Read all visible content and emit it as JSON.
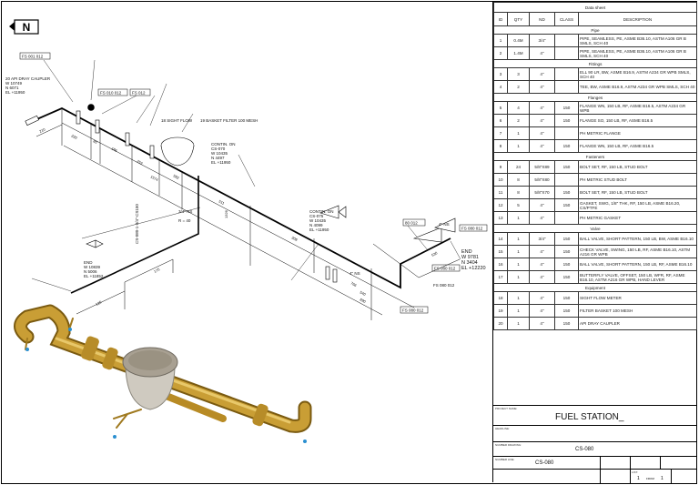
{
  "drawing": {
    "north_label": "N",
    "labels": {
      "coupler": [
        "20 API DRAY CAUPLER",
        "W 10749",
        "N 6071",
        "EL +11950"
      ],
      "tag_fs001": "FS 001 012",
      "tag_fs010": "FS 010 012",
      "tag_fs012": "FS 012",
      "sight_flow": "18 SIGHT FLOW",
      "basket": "19 BASKET FILTER 100 MESH",
      "contin1": [
        "CONTIN. ON",
        "CS-070",
        "W 10435",
        "N 4497",
        "EL +11950"
      ],
      "contin2": [
        "CONTIN. ON",
        "CS-075",
        "W 10435",
        "N 4099",
        "EL +11950"
      ],
      "end1": [
        "END",
        "W 10839",
        "N 5006",
        "EL +11852"
      ],
      "end2": [
        "END",
        "W 9781",
        "N 3404",
        "EL +12220"
      ],
      "branch_ns": "3/4\" NS",
      "branch_r": "R = 40",
      "line_id": "CS-080-1-3/4\"-CS150",
      "ns4a": "4\" NS",
      "ns4b": "4\" NS",
      "tag_fs080a": "FS 080 012",
      "tag_fs080b": "FS 080 012",
      "tag_fs080c": "FS 080 012",
      "tag_fs080d": "FS 080 012",
      "tag_80": "80 012",
      "dims": [
        "210",
        "220",
        "80",
        "186",
        "253",
        "1574",
        "582",
        "511",
        "1326",
        "308",
        "766",
        "540",
        "890",
        "175",
        "125",
        "530"
      ]
    }
  },
  "sheet": {
    "title": "Data sheet",
    "columns": [
      "ID",
      "QTY",
      "ND",
      "CLASS",
      "DESCRIPTION"
    ],
    "sections": [
      {
        "name": "Pipe",
        "items": [
          {
            "id": "1",
            "qty": "0.4M",
            "nd": "3/4\"",
            "class": "",
            "desc": "PIPE, SEAMLESS, PE, ASME B36.10, ASTM A106 GR B SMLS, SCH 40"
          },
          {
            "id": "2",
            "qty": "1.4M",
            "nd": "4\"",
            "class": "",
            "desc": "PIPE, SEAMLESS, PE, ASME B36.10, ASTM A106 GR B SMLS, SCH 40"
          }
        ]
      },
      {
        "name": "Fittings",
        "items": [
          {
            "id": "3",
            "qty": "3",
            "nd": "4\"",
            "class": "",
            "desc": "ELL 90 LR, BW, ASME B16.9, ASTM A234 GR WPB SMLS, SCH 40"
          },
          {
            "id": "4",
            "qty": "2",
            "nd": "4\"",
            "class": "",
            "desc": "TEE, BW, ASME B16.9, ASTM A234 GR WPB SMLS, SCH 40"
          }
        ]
      },
      {
        "name": "Flanges",
        "items": [
          {
            "id": "5",
            "qty": "4",
            "nd": "4\"",
            "class": "150",
            "desc": "FLANGE WN, 150 LB, RF, ASME B16.5, ASTM A234 GR WPB"
          },
          {
            "id": "6",
            "qty": "2",
            "nd": "4\"",
            "class": "150",
            "desc": "FLANGE SO, 150 LB, RF, ASME B16.5"
          },
          {
            "id": "7",
            "qty": "1",
            "nd": "4\"",
            "class": "",
            "desc": "PH METRIC FLANGE"
          },
          {
            "id": "8",
            "qty": "1",
            "nd": "4\"",
            "class": "150",
            "desc": "FLANGE WN, 150 LB, RF, ASME B16.5"
          }
        ]
      },
      {
        "name": "Fasteners",
        "items": [
          {
            "id": "9",
            "qty": "24",
            "nd": "5/8\"X89",
            "class": "150",
            "desc": "BOLT SET, RF, 150 LB, STUD BOLT"
          },
          {
            "id": "10",
            "qty": "8",
            "nd": "5/8\"X80",
            "class": "",
            "desc": "PH METRIC STUD BOLT"
          },
          {
            "id": "11",
            "qty": "8",
            "nd": "5/8\"X70",
            "class": "150",
            "desc": "BOLT SET, RF, 150 LB, STUD BOLT"
          },
          {
            "id": "12",
            "qty": "5",
            "nd": "4\"",
            "class": "150",
            "desc": "GASKET, SWG, 1/8\" THK, RF, 150 LB, ASME B16.20, CS/PTFE"
          },
          {
            "id": "13",
            "qty": "1",
            "nd": "4\"",
            "class": "",
            "desc": "PH METRIC GASKET"
          }
        ]
      },
      {
        "name": "Valve",
        "items": [
          {
            "id": "14",
            "qty": "1",
            "nd": "3/4\"",
            "class": "150",
            "desc": "BALL VALVE, SHORT PATTERN, 150 LB, BW, ASME B16.10"
          },
          {
            "id": "15",
            "qty": "1",
            "nd": "4\"",
            "class": "150",
            "desc": "CHECK VALVE, SWING, 150 LB, RF, ASME B16.10, ASTM A216 GR WPB"
          },
          {
            "id": "16",
            "qty": "1",
            "nd": "4\"",
            "class": "150",
            "desc": "BALL VALVE, SHORT PATTERN, 150 LB, RF, ASME B16.10"
          },
          {
            "id": "17",
            "qty": "1",
            "nd": "4\"",
            "class": "150",
            "desc": "BUTTERFLY VALVE, OFFSET, 150 LB, WFR, RF, ASME B16.10, ASTM A216 GR WPB, HAND LEVER"
          }
        ]
      },
      {
        "name": "Equipment",
        "items": [
          {
            "id": "18",
            "qty": "1",
            "nd": "4\"",
            "class": "150",
            "desc": "SIGHT FLOW METER"
          },
          {
            "id": "19",
            "qty": "1",
            "nd": "4\"",
            "class": "150",
            "desc": "FILTER BASKET 100 MESH"
          },
          {
            "id": "20",
            "qty": "1",
            "nd": "4\"",
            "class": "150",
            "desc": "API DRAY CAUPLER"
          }
        ]
      }
    ]
  },
  "title_block": {
    "project_label": "PROJECT NAME:",
    "project_name": "FUEL STATION_",
    "headline_label": "HEADLINE:",
    "drawing_label": "NUMBER DRAWING:",
    "drawing_number": "CS-080",
    "line_label": "NUMBER LINE:",
    "line_number": "CS-080",
    "list_label": "LIST:",
    "list_current": "1",
    "list_from": "FROM",
    "list_total": "1"
  }
}
